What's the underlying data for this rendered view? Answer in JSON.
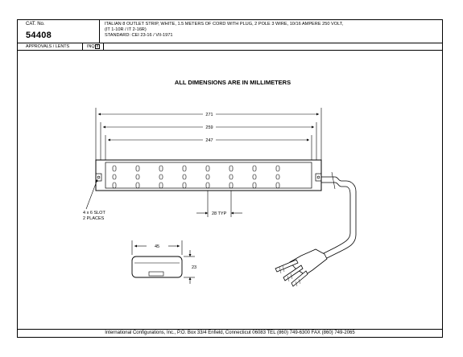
{
  "header": {
    "cat_label": "CAT. No.",
    "cat_number": "54408",
    "description_line1": "ITALIAN 8 OUTLET STRIP, WHITE, 1.5 METERS OF CORD WITH PLUG, 2 POLE 3 WIRE, 10/16 AMPERE 250 VOLT,",
    "description_line2": "(IT 1-10R / IT 2-16R)",
    "description_line3": "STANDARD: CEI 23-16 / VII-1971"
  },
  "approvals": {
    "label": "APPROVALS / LENTS",
    "value": "INQ",
    "checkbox_mark": "x"
  },
  "drawing": {
    "note": "ALL DIMENSIONS ARE IN MILLIMETERS",
    "dim_271": "271",
    "dim_259": "259",
    "dim_247": "247",
    "dim_28": "28 TYP",
    "slot_note_line1": "4 x 6 SLOT",
    "slot_note_line2": "2 PLACES",
    "dim_45": "45",
    "dim_23": "23"
  },
  "footer": {
    "text": "International Configurations, Inc., P.O. Box 33/4  Enfield, Connecticut 06083 TEL (860) 749-6300  FAX (860) 749-2065"
  }
}
